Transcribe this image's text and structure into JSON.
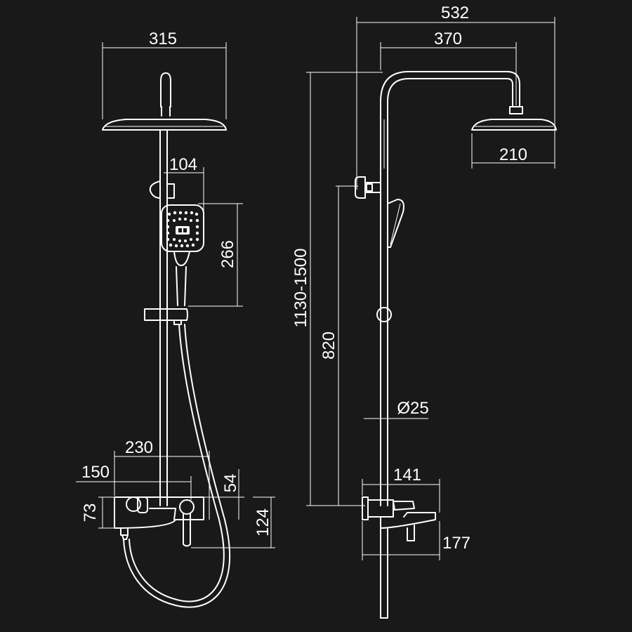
{
  "colors": {
    "background": "#1a1919",
    "line": "#ffffff"
  },
  "dimensions": {
    "overall_width": "532",
    "arm_length": "370",
    "overhead_width_front": "315",
    "overhead_width_side": "210",
    "hand_shower_offset": "104",
    "hand_shower_length": "266",
    "height_range": "1130-1500",
    "riser_height": "820",
    "pipe_diameter": "Ø25",
    "mixer_projection": "141",
    "spout_projection": "177",
    "mixer_width_outer": "230",
    "mixer_width_inner": "150",
    "mixer_height_left": "73",
    "mixer_top_height": "54",
    "mixer_total_height": "124"
  }
}
